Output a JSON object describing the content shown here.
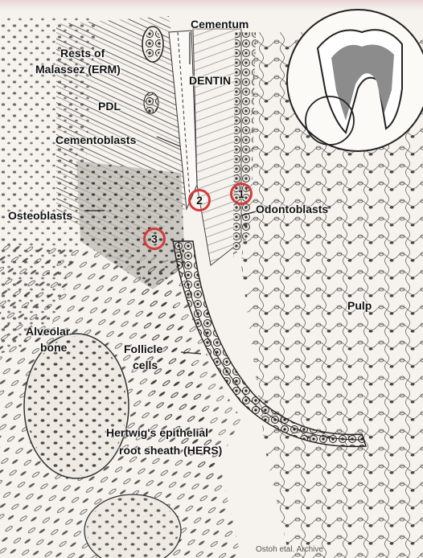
{
  "labels": {
    "cementum": "Cementum",
    "erm_line1": "Rests of",
    "erm_line2": "Malassez (ERM)",
    "dentin": "DENTIN",
    "pdl": "PDL",
    "cementoblasts": "Cementoblasts",
    "osteoblasts": "Osteoblasts",
    "odontoblasts": "Odontoblasts",
    "pulp": "Pulp",
    "alveolar_line1": "Alveolar",
    "alveolar_line2": "bone",
    "follicle_line1": "Follicle",
    "follicle_line2": "cells",
    "hers_line1": "Hertwig's epithelial",
    "hers_line2": "root sheath (HERS)"
  },
  "markers": [
    "1",
    "2",
    "3"
  ],
  "bottom_text": "Ostoh etal. Archive",
  "colors": {
    "marker": "#d43b3b",
    "ink": "#222222",
    "background": "#f6f3ee",
    "inset_tooth": "#8c8c8c"
  }
}
